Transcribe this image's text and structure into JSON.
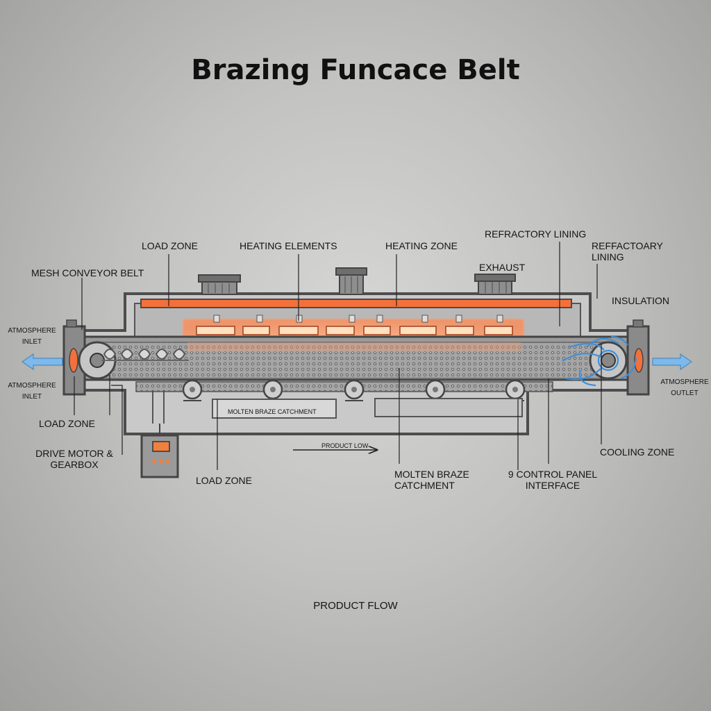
{
  "title": "Brazing Funcace Belt",
  "labels": {
    "load_zone_top": "LOAD ZONE",
    "heating_elements": "HEATING ELEMENTS",
    "heating_zone": "HEATING ZONE",
    "refractory_lining": "REFRACTORY LINING",
    "reffactoary_lining": "REFFACTOARY LINING",
    "exhaust": "EXHAUST",
    "insulation": "INSULATION",
    "mesh_conveyor_belt": "MESH CONVEYOR BELT",
    "atmosphere_inlet_upper": "ATMOSPHERE INLET",
    "atmosphere_inlet_lower": "ATMOSPHERE INLET",
    "atmosphere_outlet": "ATMOSPHERE OUTLET",
    "load_zone_left": "LOAD ZONE",
    "drive_motor": "DRIVE MOTOR & GEARBOX",
    "load_zone_bottom": "LOAD ZONE",
    "molten_braze_catchment_box": "MOLTEN BRAZE CATCHMENT",
    "product_flow_arrow": "PRODUCT LOW",
    "molten_braze_catchment": "MOLTEN BRAZE CATCHMENT",
    "control_panel_interface": "9 CONTROL PANEL INTERFACE",
    "cooling_zone": "COOLING ZONE",
    "product_flow": "PRODUCT FLOW"
  },
  "colors": {
    "heat": "#f4703a",
    "heat_glow": "#ffb089",
    "element": "#ffd2a8",
    "steel": "#5a5a5a",
    "airflow": "#3f8fd8",
    "panel_display": "#f08040"
  }
}
